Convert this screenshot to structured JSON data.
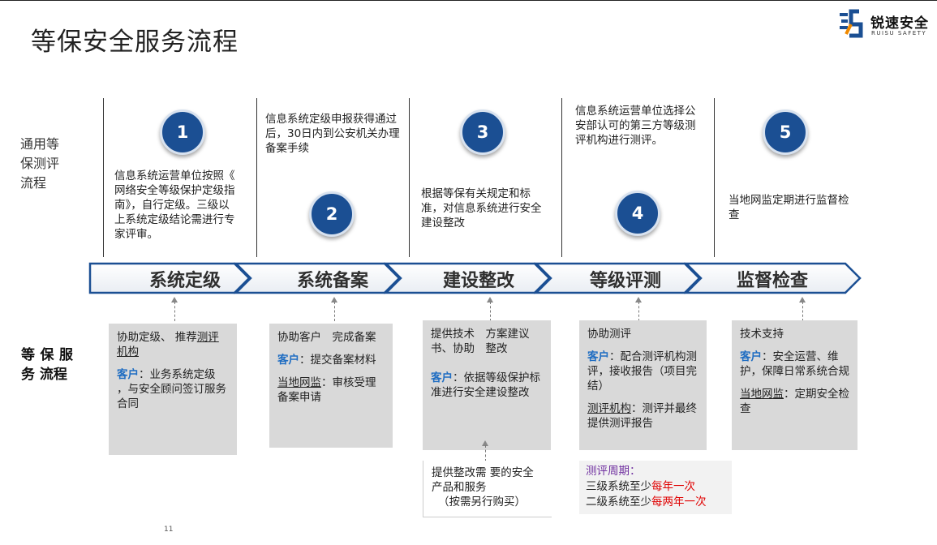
{
  "title": "等保安全服务流程",
  "logo": {
    "name": "锐速安全",
    "sub": "RUISU SAFETY"
  },
  "left_labels": {
    "general": "通用等保测评流程",
    "service": "等 保 服 务 流程"
  },
  "steps": [
    {
      "num": "1",
      "stage": "系统定级",
      "desc": "信息系统运营单位按照《　网络安全等级保护定级指　南》，自行定级。三级以　上系统定级结论需进行专　家评审。"
    },
    {
      "num": "2",
      "stage": "系统备案",
      "desc": "信息系统定级申报获得通过后，30日内到公安机关办理备案手续"
    },
    {
      "num": "3",
      "stage": "建设整改",
      "desc": "根据等保有关规定和标准，对信息系统进行安全建设整改"
    },
    {
      "num": "4",
      "stage": "等级评测",
      "desc": "信息系统运营单位选择公安部认可的第三方等级测评机构进行测评。"
    },
    {
      "num": "5",
      "stage": "监督检查",
      "desc": "当地网监定期进行监督检查"
    }
  ],
  "service_boxes": [
    {
      "main_a": "协助定级、 推荐",
      "main_b": "测评机构",
      "label": "客户",
      "text": "：业务系统定级 ，与安全顾问签订服务合同"
    },
    {
      "main": "协助客户　完成备案",
      "label": "客户",
      "text": "：提交备案材料",
      "label2": "当地网监",
      "text2": "：审核受理备案申请"
    },
    {
      "main": "提供技术　方案建议书、协助　整改",
      "label": "客户",
      "text": "：依据等级保护标准进行安全建设整改"
    },
    {
      "main": "协助测评",
      "label": "客户",
      "text": "：配合测评机构测评，接收报告（项目完结）",
      "label2": "测评机构",
      "text2": "：测评并最终提供测评报告"
    },
    {
      "main": "技术支持",
      "label": "客户",
      "text": "：安全运营、维护，保障日常系统合规",
      "label2": "当地网监",
      "text2": "：定期安全检查"
    }
  ],
  "extra_box": {
    "text": "提供整改需 要的安全产品和服务",
    "note": "（按需另行购买）"
  },
  "cycle": {
    "title": "测评周期：",
    "line1_a": "三级系统至少",
    "line1_b": "每年一次",
    "line2_a": "二级系统至少",
    "line2_b": "每两年一次"
  },
  "page_number": "11",
  "colors": {
    "circle": "#1b4f93",
    "arrow_border": "#1b4f93",
    "box": "#d9d9d9",
    "accent": "#1f6dc2",
    "cycle_red": "#e00000",
    "cycle_title": "#7030a0"
  }
}
